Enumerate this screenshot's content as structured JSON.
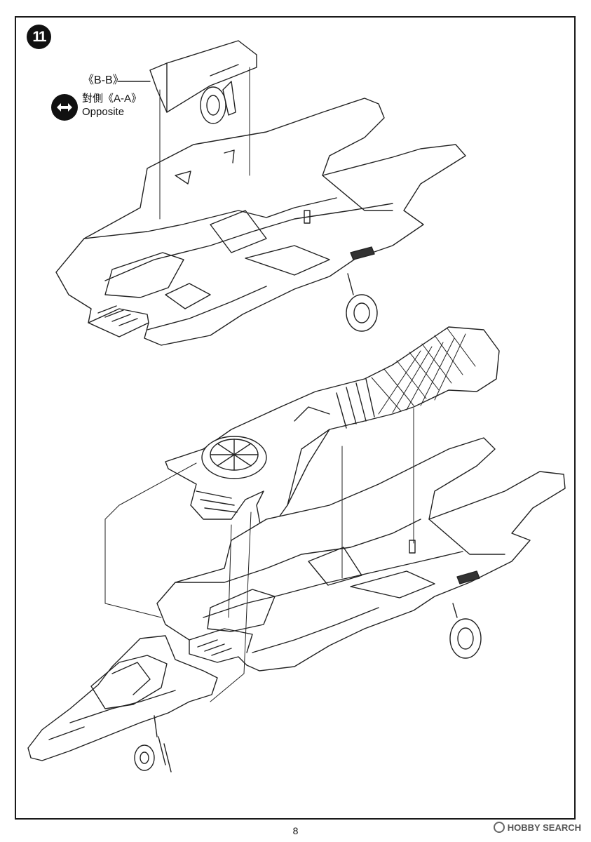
{
  "step": {
    "number": "11"
  },
  "callouts": {
    "part_ref": "《B-B》",
    "opposite_ref": "對側《A-A》",
    "opposite_label": "Opposite"
  },
  "icons": {
    "swap": "left-right-arrow-icon"
  },
  "footer": {
    "page_number": "8",
    "watermark": "HOBBY SEARCH"
  }
}
